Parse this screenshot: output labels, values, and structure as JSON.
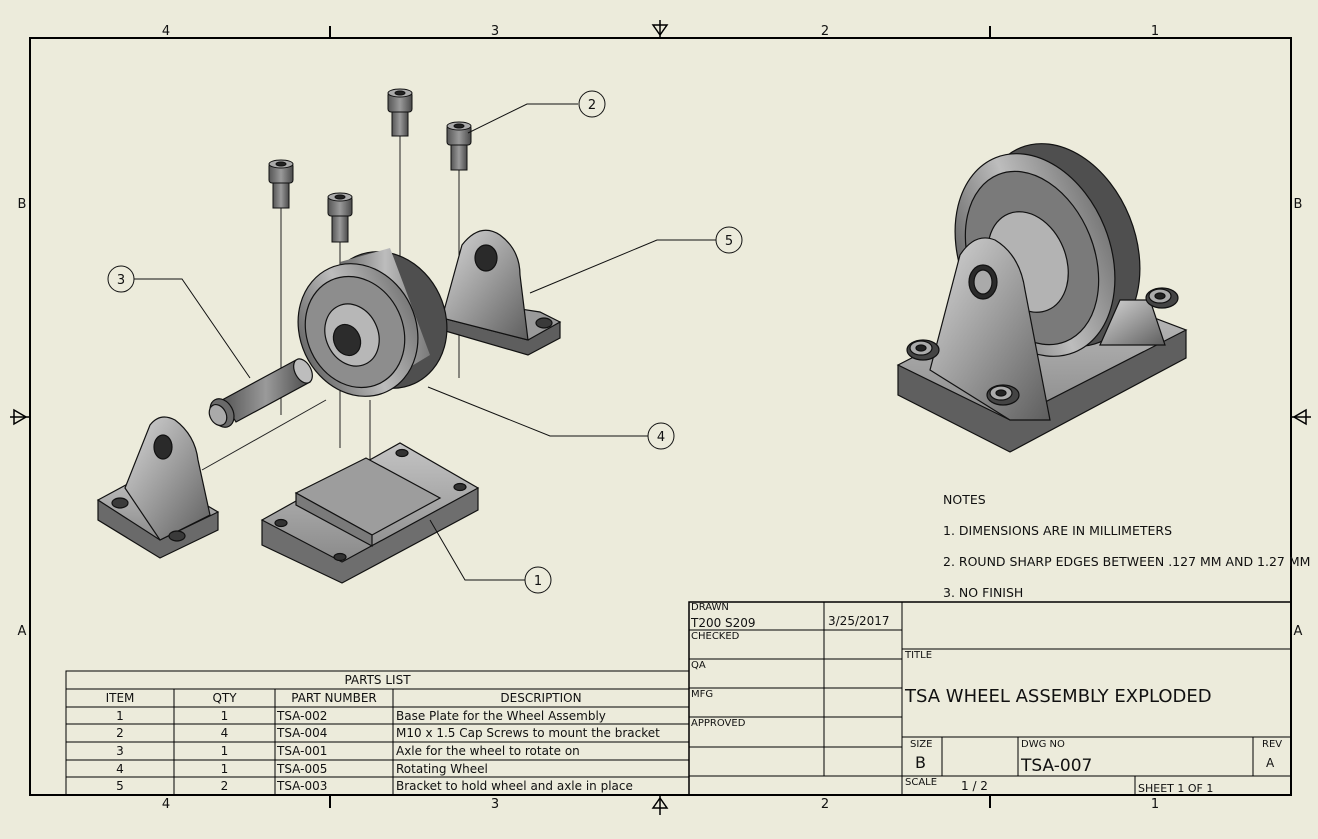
{
  "border": {
    "columns_top": [
      "4",
      "3",
      "2",
      "1"
    ],
    "columns_bottom": [
      "4",
      "3",
      "2",
      "1"
    ],
    "rows_left": [
      "B",
      "A"
    ],
    "rows_right": [
      "B",
      "A"
    ]
  },
  "balloons": [
    "1",
    "2",
    "3",
    "4",
    "5"
  ],
  "notes": {
    "heading": "NOTES",
    "items": [
      "1. DIMENSIONS ARE IN MILLIMETERS",
      "2. ROUND SHARP EDGES BETWEEN .127 MM AND 1.27 MM",
      "3. NO FINISH"
    ]
  },
  "parts_list": {
    "title": "PARTS LIST",
    "headers": [
      "ITEM",
      "QTY",
      "PART NUMBER",
      "DESCRIPTION"
    ],
    "rows": [
      [
        "1",
        "1",
        "TSA-002",
        "Base Plate for the Wheel Assembly"
      ],
      [
        "2",
        "4",
        "TSA-004",
        "M10 x 1.5 Cap Screws to mount the bracket"
      ],
      [
        "3",
        "1",
        "TSA-001",
        "Axle for the wheel to rotate on"
      ],
      [
        "4",
        "1",
        "TSA-005",
        "Rotating Wheel"
      ],
      [
        "5",
        "2",
        "TSA-003",
        "Bracket to hold wheel and axle in place"
      ]
    ]
  },
  "title_block": {
    "drawn_label": "DRAWN",
    "drawn_by": "T200 S209",
    "drawn_date": "3/25/2017",
    "checked_label": "CHECKED",
    "qa_label": "QA",
    "mfg_label": "MFG",
    "approved_label": "APPROVED",
    "title_label": "TITLE",
    "title": "TSA WHEEL ASSEMBLY EXPLODED",
    "size_label": "SIZE",
    "size": "B",
    "dwg_no_label": "DWG NO",
    "dwg_no": "TSA-007",
    "rev_label": "REV",
    "rev": "A",
    "scale_label": "SCALE",
    "scale": "1 / 2",
    "sheet": "SHEET 1  OF 1"
  }
}
